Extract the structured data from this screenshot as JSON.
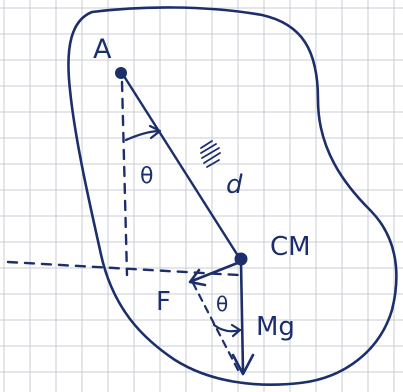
{
  "diagram": {
    "labels": {
      "pivot": "A",
      "center_of_mass": "CM",
      "distance": "d",
      "angle_top": "θ",
      "angle_bottom": "θ",
      "force": "F",
      "weight": "Mg"
    },
    "colors": {
      "ink": "#1d2f6b",
      "grid": "#c9ced6",
      "paper": "#ffffff"
    }
  }
}
